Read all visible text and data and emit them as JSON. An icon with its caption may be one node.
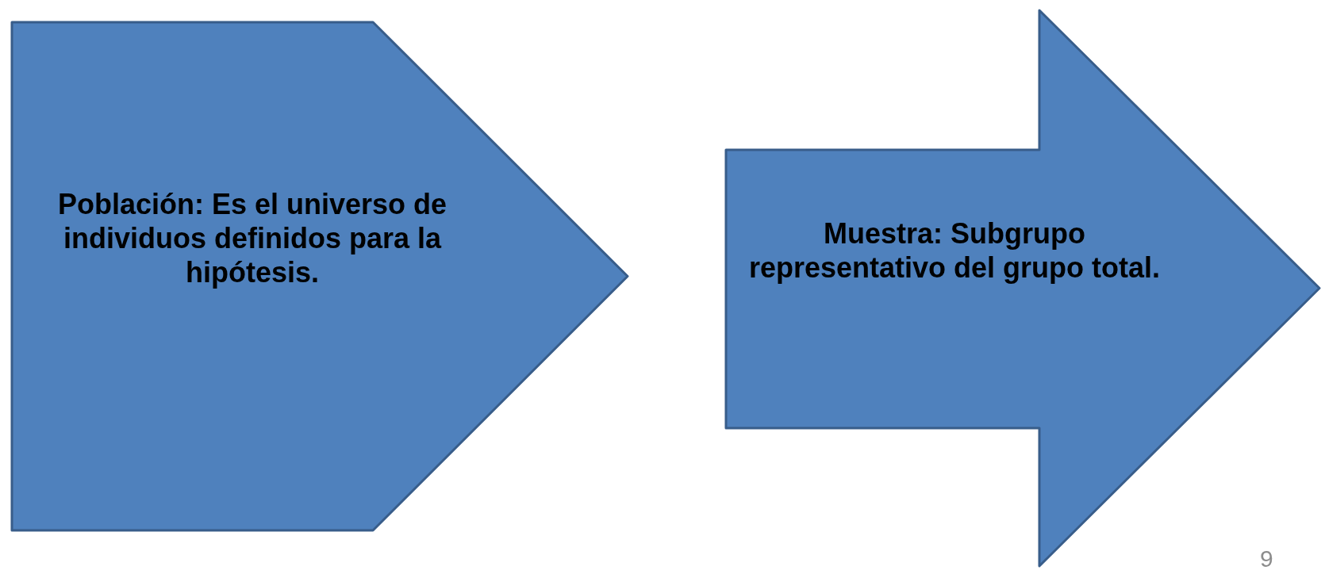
{
  "diagram": {
    "nodes": [
      {
        "text": [
          "Población: Es el universo de individuos definidos para la hipótesis."
        ]
      },
      {
        "text": [
          "Muestra: Subgrupo representativo del grupo total."
        ]
      }
    ],
    "labels": [
      "9"
    ]
  }
}
